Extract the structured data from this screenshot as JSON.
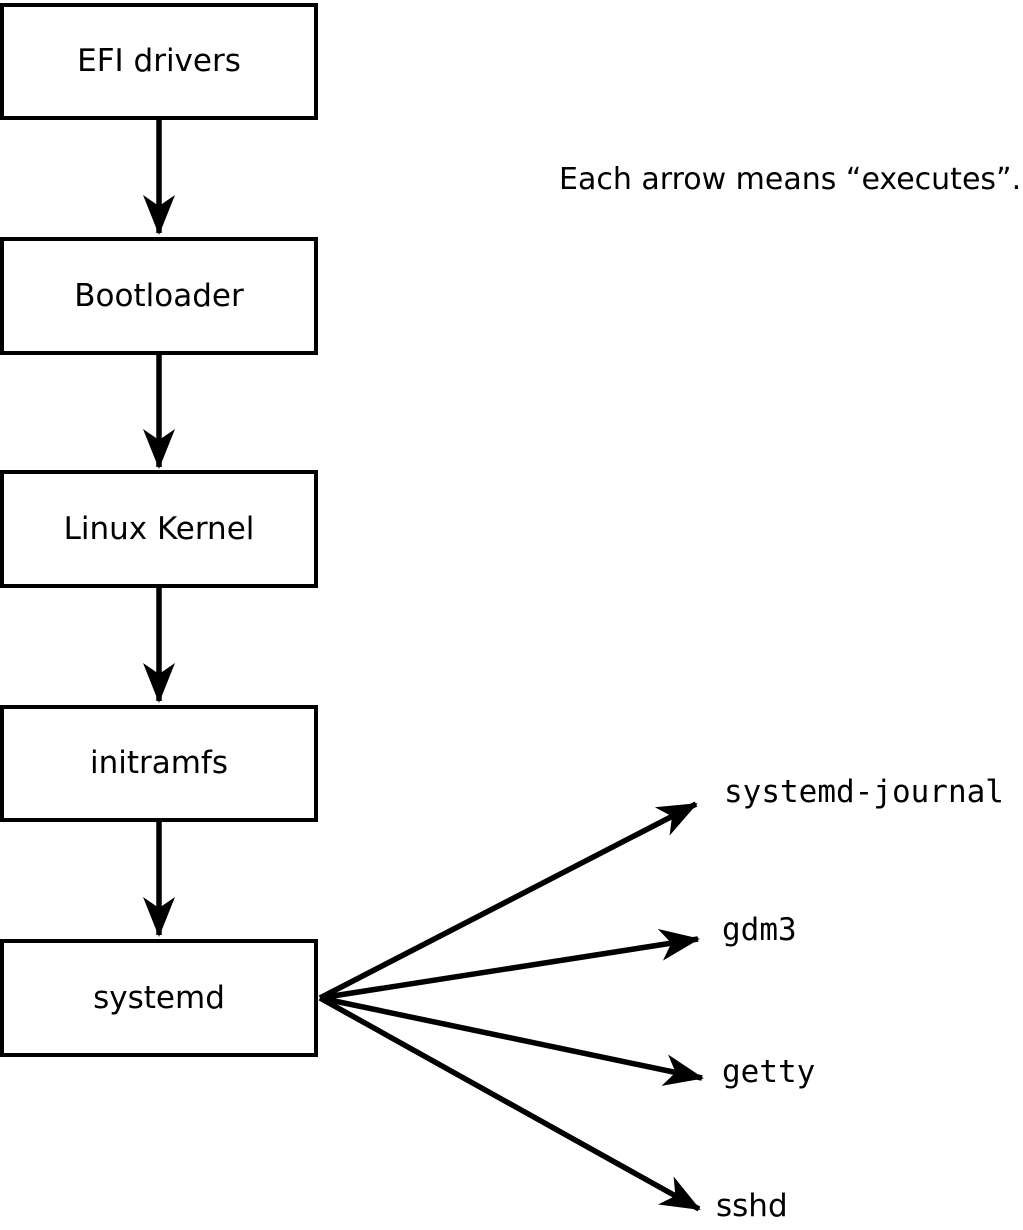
{
  "diagram": {
    "note": "Each arrow means “executes”.",
    "chain": [
      {
        "id": "efi-drivers",
        "label": "EFI drivers"
      },
      {
        "id": "bootloader",
        "label": "Bootloader"
      },
      {
        "id": "linux-kernel",
        "label": "Linux Kernel"
      },
      {
        "id": "initramfs",
        "label": "initramfs"
      },
      {
        "id": "systemd",
        "label": "systemd"
      }
    ],
    "spawned_processes": [
      {
        "id": "systemd-journal",
        "label": "systemd-journal"
      },
      {
        "id": "gdm3",
        "label": "gdm3"
      },
      {
        "id": "getty",
        "label": "getty"
      },
      {
        "id": "sshd",
        "label": "sshd"
      }
    ],
    "colors": {
      "line": "#000000",
      "text": "#000000",
      "box_fill": "#ffffff",
      "background": "#ffffff"
    }
  }
}
